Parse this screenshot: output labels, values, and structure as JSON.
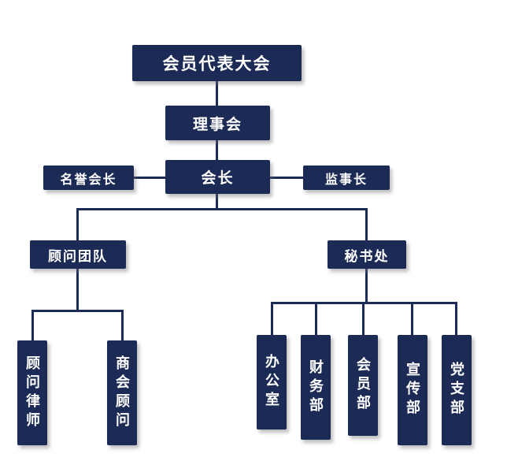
{
  "chart": {
    "type": "org-chart",
    "colors": {
      "box": "#1c2b55",
      "text": "#ffffff",
      "line": "#1c2b55",
      "background": "#ffffff"
    },
    "nodes": {
      "assembly": "会员代表大会",
      "council": "理事会",
      "president": "会长",
      "honorary_president": "名誉会长",
      "supervisor": "监事长",
      "advisory_team": "顾问团队",
      "secretariat": "秘书处",
      "advisory_lawyer": "顾问律师",
      "chamber_advisor": "商会顾问",
      "office": "办公室",
      "finance_dept": "财务部",
      "membership_dept": "会员部",
      "publicity_dept": "宣传部",
      "party_branch": "党支部"
    },
    "hierarchy": {
      "root": "assembly",
      "edges": [
        [
          "assembly",
          "council"
        ],
        [
          "council",
          "president"
        ],
        [
          "president",
          "honorary_president"
        ],
        [
          "president",
          "supervisor"
        ],
        [
          "president",
          "advisory_team"
        ],
        [
          "president",
          "secretariat"
        ],
        [
          "advisory_team",
          "advisory_lawyer"
        ],
        [
          "advisory_team",
          "chamber_advisor"
        ],
        [
          "secretariat",
          "office"
        ],
        [
          "secretariat",
          "finance_dept"
        ],
        [
          "secretariat",
          "membership_dept"
        ],
        [
          "secretariat",
          "publicity_dept"
        ],
        [
          "secretariat",
          "party_branch"
        ]
      ]
    }
  }
}
